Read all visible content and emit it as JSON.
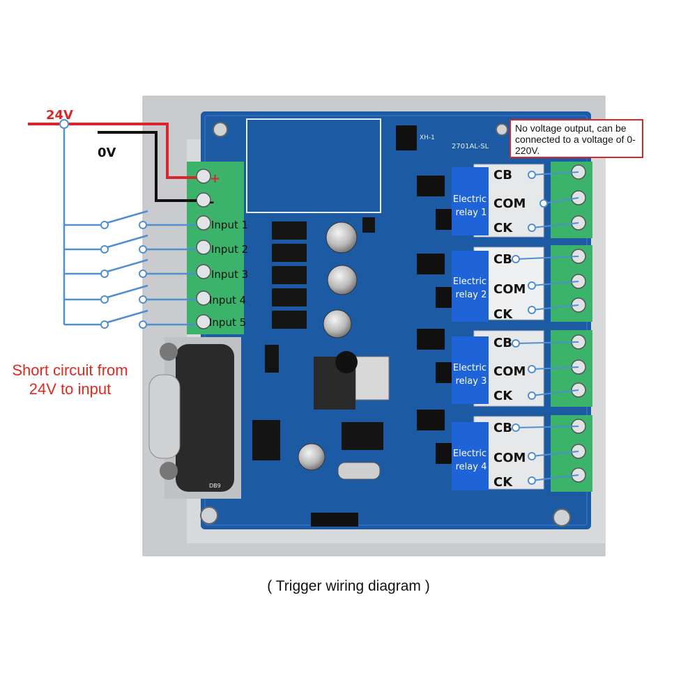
{
  "power": {
    "positive_label": "24V",
    "negative_label": "0V",
    "plus_sign": "+",
    "minus_sign": "-"
  },
  "inputs": [
    "Input 1",
    "Input 2",
    "Input 3",
    "Input 4",
    "Input 5"
  ],
  "short_circuit_note": [
    "Short circuit from",
    "24V to input"
  ],
  "output_note": "No voltage output, can be connected to a voltage of 0-220V.",
  "relays": [
    {
      "name": "Electric relay 1",
      "line1": "Electric",
      "line2": "relay 1"
    },
    {
      "name": "Electric relay 2",
      "line1": "Electric",
      "line2": "relay 2"
    },
    {
      "name": "Electric relay 3",
      "line1": "Electric",
      "line2": "relay 3"
    },
    {
      "name": "Electric relay 4",
      "line1": "Electric",
      "line2": "relay 4"
    }
  ],
  "relay_terminals": [
    "CB",
    "COM",
    "CK"
  ],
  "board_marks": {
    "model": "2701AL-SL",
    "header": "XH-1",
    "db9": "DB9"
  },
  "caption": "( Trigger wiring diagram )",
  "colors": {
    "wire_positive": "#d9262a",
    "wire_negative": "#111111",
    "switch_wire": "#4f8fd0",
    "pcb": "#1d5aa4",
    "terminal": "#3cb36b",
    "relay_box": "#1f63d8"
  }
}
